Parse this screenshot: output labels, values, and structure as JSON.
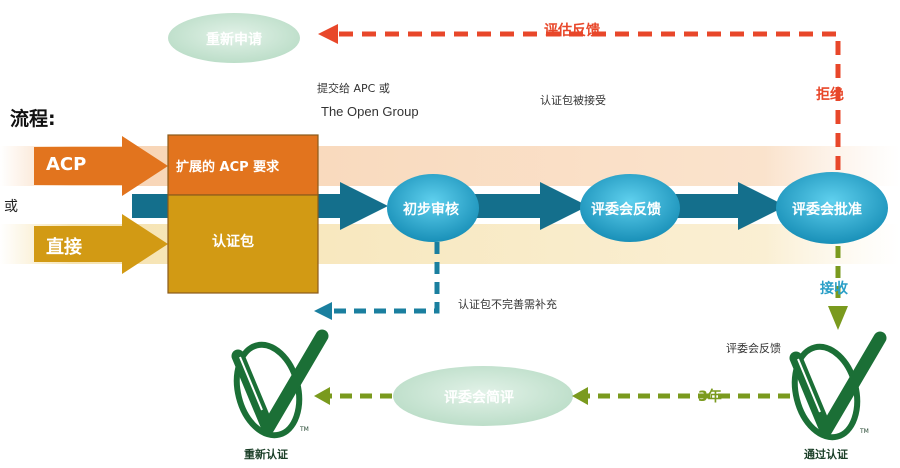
{
  "title": "流程:",
  "or_label": "或",
  "inputs": {
    "acp": "ACP",
    "direct": "直接"
  },
  "boxes": {
    "extended_acp": "扩展的 ACP 要求",
    "cert_package": "认证包"
  },
  "stages": {
    "initial_review": "初步审核",
    "committee_feedback": "评委会反馈",
    "committee_approval": "评委会批准",
    "reapply": "重新申请",
    "committee_brief_review": "评委会简评"
  },
  "annotations": {
    "submit_line1": "提交给 APC 或",
    "submit_line2": "The Open Group",
    "package_accepted": "认证包被接受",
    "package_incomplete": "认证包不完善需补充",
    "eval_feedback": "评估反馈",
    "rejected": "拒绝",
    "accepted": "接收",
    "committee_feedback_small": "评委会反馈",
    "three_years": "3年"
  },
  "badges": {
    "recertify": "重新认证",
    "certified": "通过认证",
    "tm": "TM"
  },
  "colors": {
    "orange": "#e2741e",
    "gold": "#d29a14",
    "teal_dark": "#146f8c",
    "teal_light": "#3fb8dd",
    "red": "#e8472a",
    "olive": "#7a9a1e",
    "green_badge": "#1b6f36",
    "mint": "#cfe7d8"
  }
}
